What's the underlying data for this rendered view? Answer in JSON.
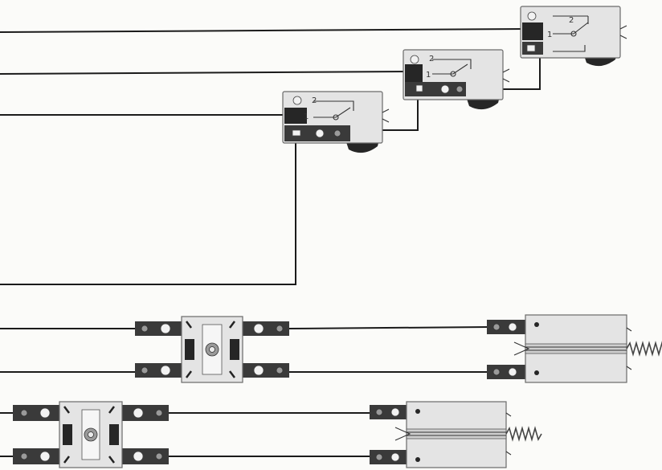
{
  "switches": [
    {
      "id": "switch-top",
      "terminal_a": "2",
      "terminal_b": "1"
    },
    {
      "id": "switch-middle",
      "terminal_a": "2",
      "terminal_b": "1"
    },
    {
      "id": "switch-bottom",
      "terminal_a": "2",
      "terminal_b": "1"
    }
  ],
  "colors": {
    "background": "#fbfbf9",
    "wire": "#1b1b1b",
    "component_body": "#e4e4e4",
    "terminal_strip": "#3a3a3a"
  }
}
